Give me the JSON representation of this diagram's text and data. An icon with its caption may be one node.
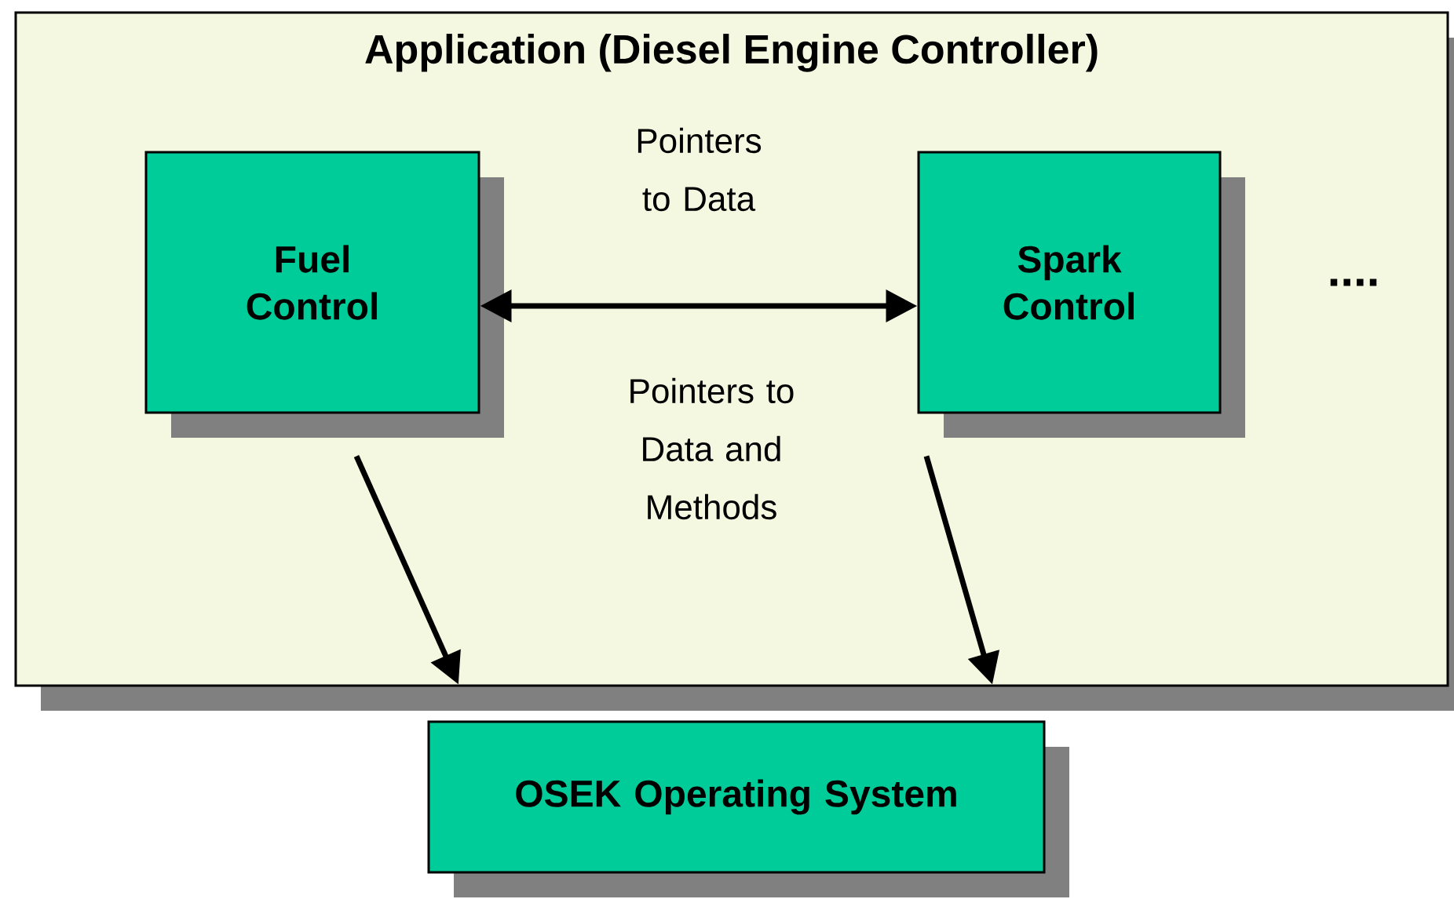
{
  "diagram": {
    "nodes": [
      {
        "text": [
          "Application (Diesel Engine Controller)"
        ]
      },
      {
        "text": [
          "Fuel Control"
        ],
        "in": 0
      },
      {
        "text": [
          "Spark Control"
        ],
        "in": 0
      },
      {
        "text": [
          "OSEK Operating System"
        ]
      }
    ],
    "edges": [
      {
        "from": 1,
        "to": 2,
        "arrow": "both",
        "label": "Pointers to Data"
      },
      {
        "from": 1,
        "to": 3,
        "arrow": "to"
      },
      {
        "from": 2,
        "to": 3,
        "arrow": "to"
      }
    ],
    "labels": [
      "Pointers to Data and Methods",
      "...."
    ]
  }
}
